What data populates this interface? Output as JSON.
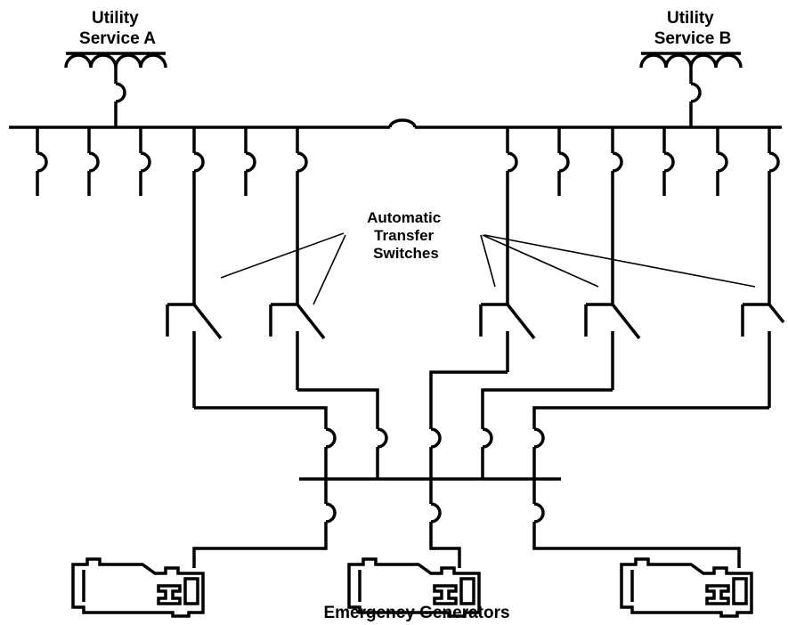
{
  "labels": {
    "utility_a": [
      "Utility",
      "Service A"
    ],
    "utility_b": [
      "Utility",
      "Service B"
    ],
    "ats": [
      "Automatic",
      "Transfer",
      "Switches"
    ],
    "generators": "Emergency Generators"
  },
  "colors": {
    "line": "#000000",
    "background": "#ffffff"
  }
}
